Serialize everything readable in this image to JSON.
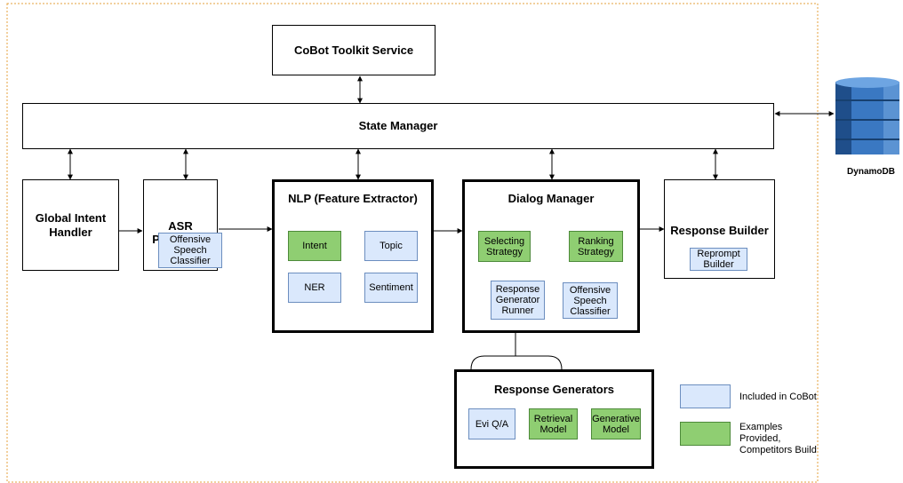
{
  "cobot_toolkit_service": "CoBot Toolkit Service",
  "state_manager": "State Manager",
  "dynamodb": "DynamoDB",
  "global_intent_handler": "Global Intent Handler",
  "asr_processor": {
    "title": "ASR Processor",
    "offensive_classifier": "Offensive Speech Classifier"
  },
  "nlp": {
    "title": "NLP (Feature Extractor)",
    "intent": "Intent",
    "topic": "Topic",
    "ner": "NER",
    "sentiment": "Sentiment"
  },
  "dialog_manager": {
    "title": "Dialog Manager",
    "selecting_strategy": "Selecting Strategy",
    "ranking_strategy": "Ranking Strategy",
    "response_generator_runner": "Response Generator Runner",
    "offensive_classifier": "Offensive Speech Classifier"
  },
  "response_builder": {
    "title": "Response Builder",
    "reprompt_builder": "Reprompt Builder"
  },
  "response_generators": {
    "title": "Response Generators",
    "evi_qa": "Evi Q/A",
    "retrieval_model": "Retrieval Model",
    "generative_model": "Generative Model"
  },
  "legend": {
    "included": "Included in CoBot",
    "examples": "Examples Provided, Competitors Build"
  },
  "colors": {
    "cobot_blue": "#dae8fc",
    "competitor_green": "#8fce72",
    "dynamodb_blue": "#2f6bb5",
    "boundary_orange": "#e6a23c"
  },
  "icons": [
    "dynamodb-icon"
  ]
}
